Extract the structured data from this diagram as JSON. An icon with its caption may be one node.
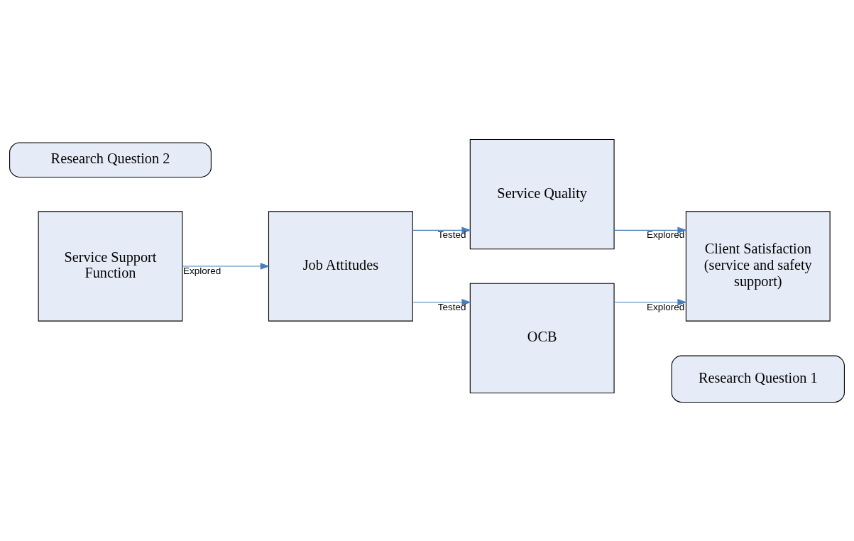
{
  "diagram": {
    "nodes": [
      {
        "text": [
          "Research Question 1"
        ]
      },
      {
        "text": [
          "Service Support Function"
        ]
      },
      {
        "text": [
          "Job Attitudes"
        ]
      },
      {
        "text": [
          "Service Quality"
        ]
      },
      {
        "text": [
          "OCB"
        ]
      },
      {
        "text": [
          "Client Satisfaction (service and safety support)"
        ]
      },
      {
        "text": [
          "Research Question 2"
        ]
      }
    ],
    "edges": [
      {
        "from": 3,
        "to": 5,
        "arrow": "to",
        "label": "Explored"
      },
      {
        "from": 2,
        "to": 3,
        "arrow": "to",
        "label": "Tested"
      },
      {
        "from": 1,
        "to": 2,
        "arrow": "to",
        "label": "Explored"
      },
      {
        "from": 2,
        "to": 4,
        "arrow": "to",
        "label": "Tested"
      },
      {
        "from": 4,
        "to": 5,
        "arrow": "to",
        "label": "Explored"
      }
    ]
  }
}
